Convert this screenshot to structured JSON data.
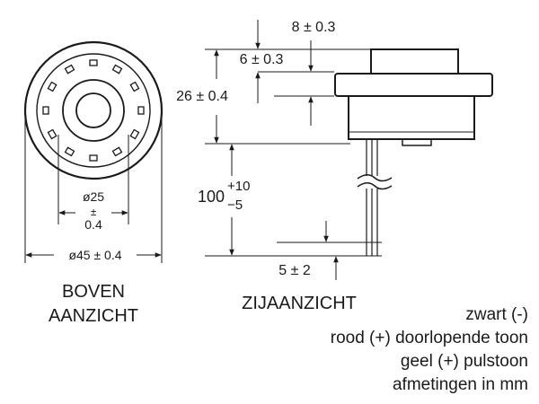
{
  "top_view": {
    "diameter_inner": "ø25",
    "plus_minus": "±",
    "diameter_inner_tol": "0.4",
    "diameter_outer": "ø45 ± 0.4",
    "caption_line1": "BOVEN",
    "caption_line2": "AANZICHT"
  },
  "side_view": {
    "dim_top": "8 ± 0.3",
    "dim_mid": "6 ± 0.3",
    "dim_height": "26 ± 0.4",
    "dim_lead_base": "100",
    "dim_lead_plus": "+10",
    "dim_lead_minus": "−5",
    "dim_strip": "5 ± 2",
    "caption": "ZIJAANZICHT"
  },
  "legend": {
    "black": "zwart (-)",
    "red": "rood (+) doorlopende toon",
    "yellow": "geel (+) pulstoon",
    "units": "afmetingen in mm"
  },
  "colors": {
    "ink": "#1a1a1a",
    "background": "#ffffff"
  }
}
